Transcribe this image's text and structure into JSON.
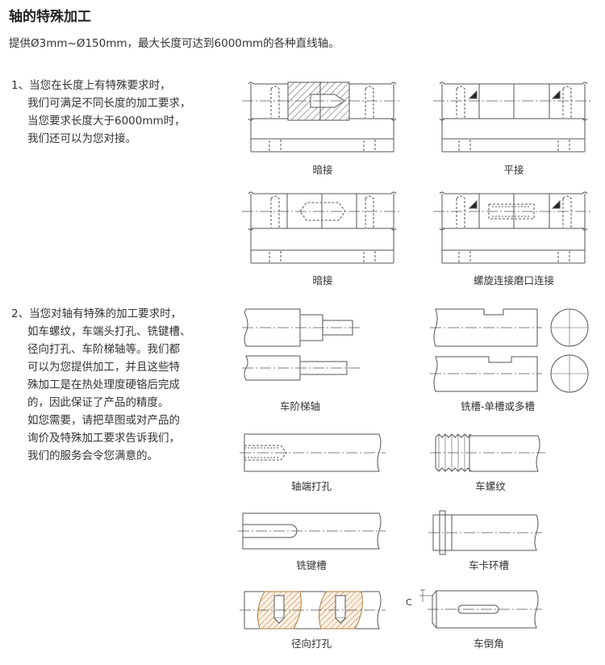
{
  "header": {
    "title": "轴的特殊加工",
    "subtitle": "提供Ø3mm~Ø150mm，最大长度可达到6000mm的各种直线轴。"
  },
  "section1": {
    "lines": [
      "1、当您在长度上有特殊要求时，",
      "我们可满足不同长度的加工要求，",
      "当您要求长度大于6000mm时，",
      "我们还可以为您对接。"
    ]
  },
  "section2": {
    "lines": [
      "2、当您对轴有特殊的加工要求时，",
      "如车螺纹，车端头打孔、铣键槽、",
      "径向打孔、车阶梯轴等。我们都",
      "可以为您提供加工，并且这些特",
      "殊加工是在热处理度硬铬后完成",
      "的，因此保证了产品的精度。",
      "如您需要，请把草图或对产品的",
      "询价及特殊加工要求告诉我们，",
      "我们的服务会令您满意的。"
    ]
  },
  "captions": {
    "hidden_joint_1": "暗接",
    "flat_joint": "平接",
    "hidden_joint_2": "暗接",
    "thread_chamfer_joint": "螺旋连接磨口连接",
    "stepped_shaft": "车阶梯轴",
    "milled_slot": "铣槽-单槽或多槽",
    "end_hole": "轴端打孔",
    "thread": "车螺纹",
    "keyway": "铣键槽",
    "snap_ring_groove": "车卡环槽",
    "radial_hole": "径向打孔",
    "chamfer": "车倒角"
  },
  "labels": {
    "chamfer_c": "C"
  }
}
